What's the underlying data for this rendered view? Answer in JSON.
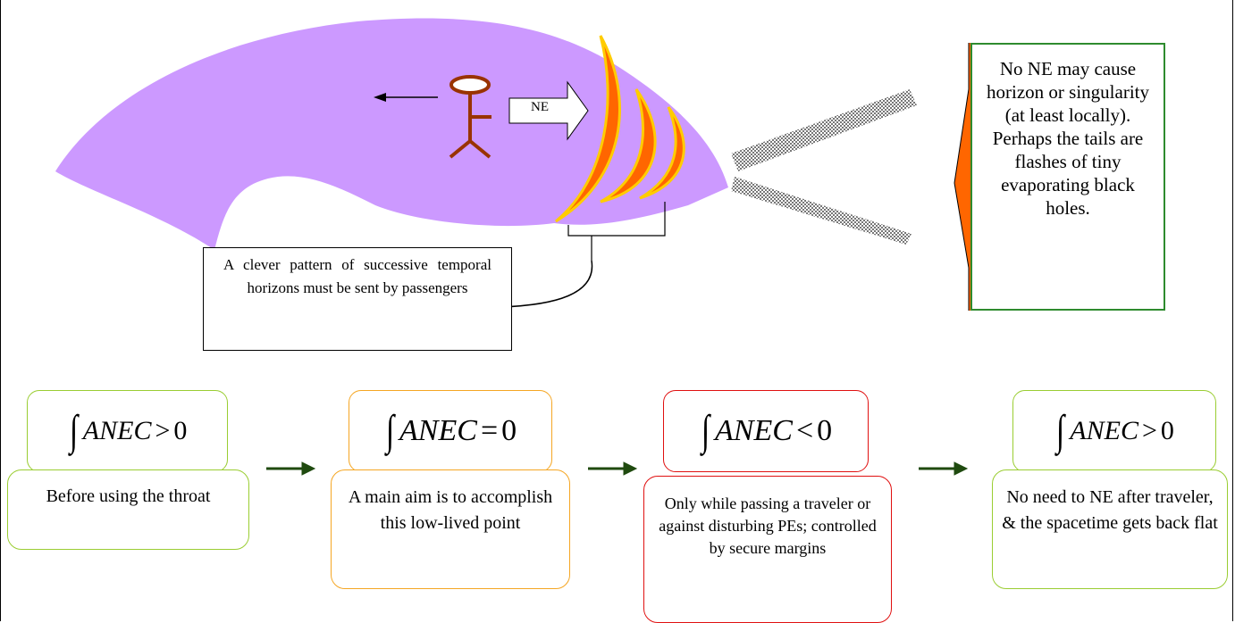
{
  "callout": {
    "text": "A clever pattern of successive temporal horizons must be sent by passengers"
  },
  "note": {
    "text": "No NE may cause horizon or singularity (at least locally). Perhaps the tails are flashes of tiny evaporating black holes."
  },
  "arrow_label": "NE",
  "stages": [
    {
      "formula_lhs": "ANEC",
      "relation": ">",
      "rhs": "0",
      "description": "Before using the throat",
      "color": "#9acd32"
    },
    {
      "formula_lhs": "ANEC",
      "relation": "=",
      "rhs": "0",
      "description": "A main aim is to accomplish this low-lived point",
      "color": "#f5a623"
    },
    {
      "formula_lhs": "ANEC",
      "relation": "<",
      "rhs": "0",
      "description": "Only while passing a traveler or against disturbing PEs; controlled by secure margins",
      "color": "#e01010"
    },
    {
      "formula_lhs": "ANEC",
      "relation": ">",
      "rhs": "0",
      "description": "No need to NE after traveler, & the spacetime gets back flat",
      "color": "#9acd32"
    }
  ],
  "colors": {
    "wormhole": "#cc99ff",
    "horizon_fill": "#ff6600",
    "horizon_edge": "#ffcc00",
    "stick_figure": "#993300",
    "arrow": "#1f4a0f"
  }
}
